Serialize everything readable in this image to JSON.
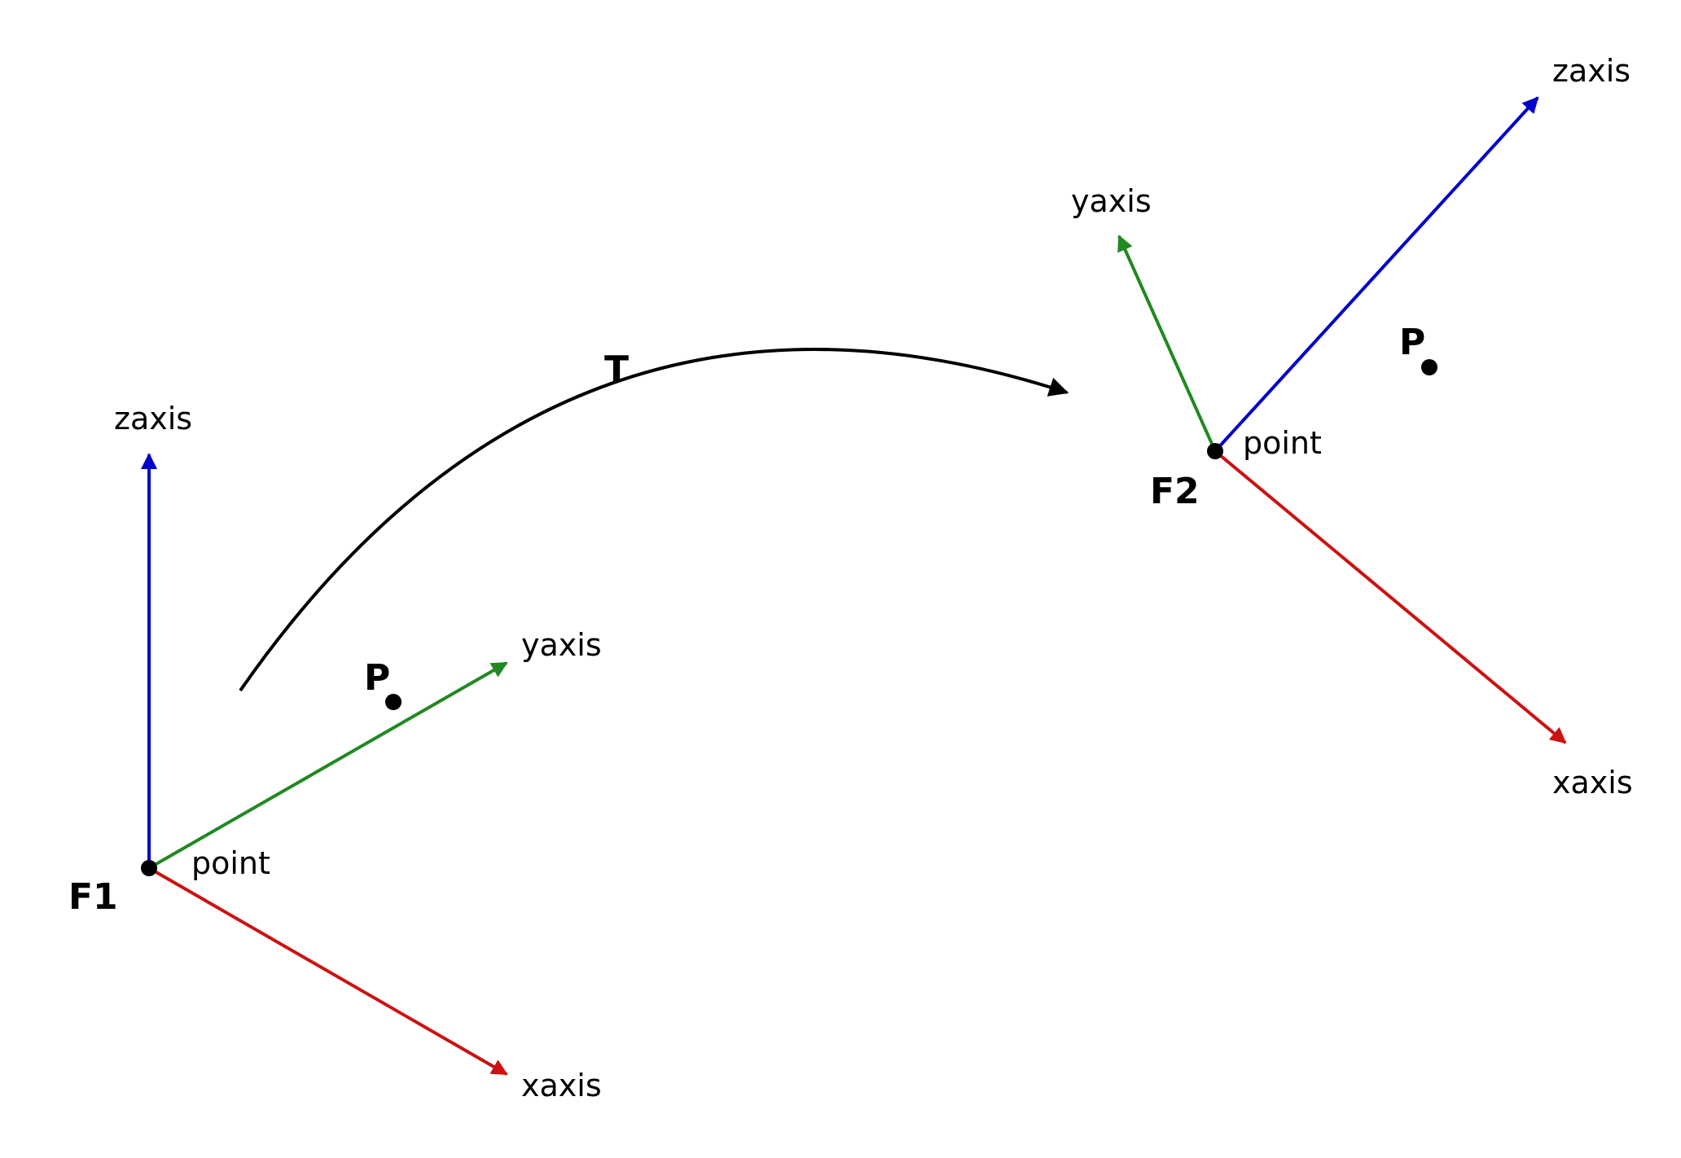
{
  "colors": {
    "xaxis": "#cc1111",
    "yaxis": "#228822",
    "zaxis": "#0000cc",
    "ink": "#000000"
  },
  "transform": {
    "label": "T"
  },
  "frames": [
    {
      "id": "f1",
      "label": "F1",
      "point_label": "point",
      "x_label": "xaxis",
      "y_label": "yaxis",
      "z_label": "zaxis",
      "p_label": "P"
    },
    {
      "id": "f2",
      "label": "F2",
      "point_label": "point",
      "x_label": "xaxis",
      "y_label": "yaxis",
      "z_label": "zaxis",
      "p_label": "P"
    }
  ]
}
